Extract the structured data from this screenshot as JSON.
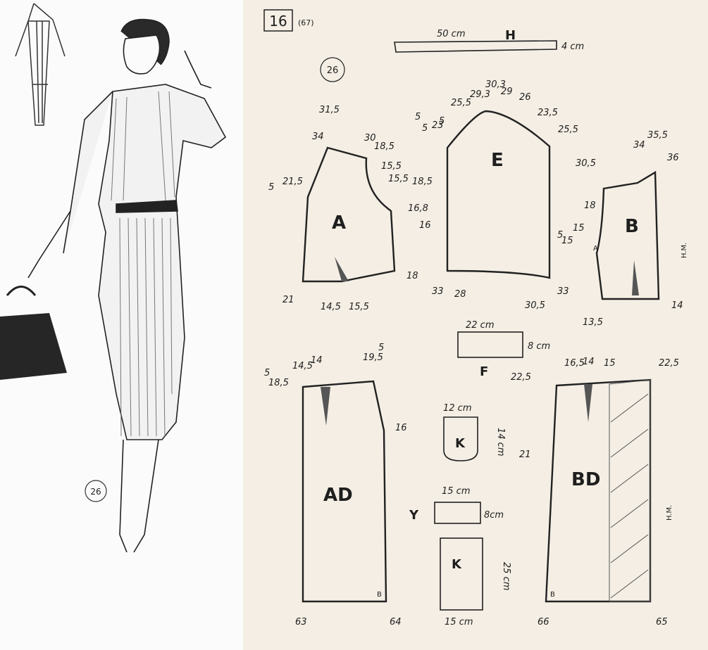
{
  "header": {
    "plate_number": "16",
    "plate_ref": "(67)",
    "model_number": "26"
  },
  "illustration": {
    "model_badge": "26"
  },
  "strip_h": {
    "length": "50 cm",
    "letter": "H",
    "width": "4 cm"
  },
  "piece_a": {
    "letter": "A",
    "marks": [
      "31,5",
      "34",
      "30",
      "18,5",
      "15,5",
      "15,5",
      "18,5",
      "16,8",
      "16",
      "18",
      "14,5",
      "15,5",
      "21",
      "21,5",
      "5"
    ]
  },
  "piece_e": {
    "letter": "E",
    "marks": [
      "5",
      "5",
      "23",
      "25,5",
      "29,3",
      "30,3",
      "29",
      "26",
      "23,5",
      "25,5",
      "33",
      "28",
      "30,5",
      "33",
      "5"
    ]
  },
  "piece_b": {
    "letter": "B",
    "mark_hm": "H.M.",
    "marks": [
      "30,5",
      "34",
      "35,5",
      "36",
      "18",
      "15",
      "15",
      "5",
      "13,5",
      "14",
      "A"
    ]
  },
  "piece_f": {
    "width": "22 cm",
    "height": "8 cm",
    "letter": "F"
  },
  "piece_ad": {
    "letter": "AD",
    "marks": [
      "18,5",
      "14,5",
      "14",
      "19,5",
      "5",
      "5",
      "16",
      "63",
      "64",
      "B"
    ]
  },
  "piece_bd": {
    "letter": "BD",
    "mark_hm": "H.M.",
    "marks": [
      "22,5",
      "16,5",
      "14",
      "15",
      "22,5",
      "21",
      "66",
      "65",
      "B"
    ]
  },
  "pocket_small": {
    "width": "12 cm",
    "height": "14 cm",
    "letter": "K"
  },
  "piece_y": {
    "letter": "Y",
    "width": "15 cm",
    "height": "8cm"
  },
  "pocket_large": {
    "letter": "K",
    "height": "25 cm",
    "width": "15 cm"
  },
  "colors": {
    "paper": "#f4eee4",
    "ink": "#222222",
    "illustration_bg": "#fbfbfb"
  }
}
